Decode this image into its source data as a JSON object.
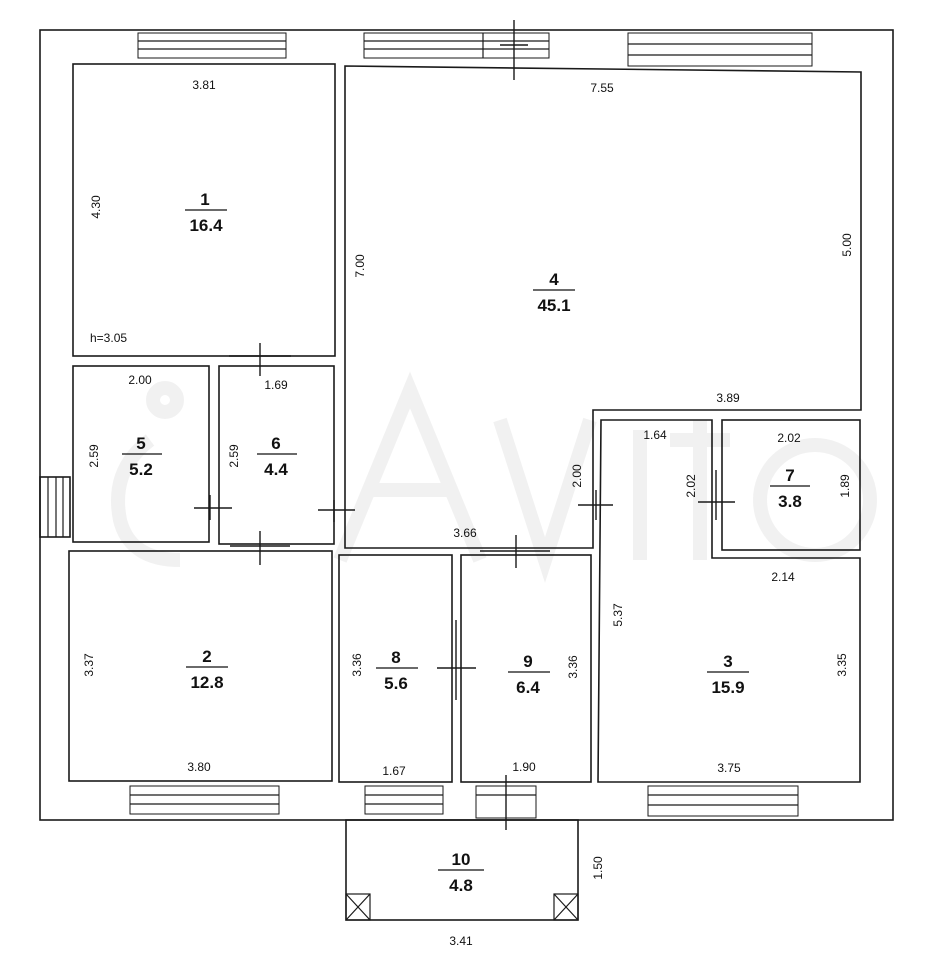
{
  "plan": {
    "height_note": "h=3.05",
    "rooms": [
      {
        "id": "1",
        "number": "1",
        "area": "16.4"
      },
      {
        "id": "2",
        "number": "2",
        "area": "12.8"
      },
      {
        "id": "3",
        "number": "3",
        "area": "15.9"
      },
      {
        "id": "4",
        "number": "4",
        "area": "45.1"
      },
      {
        "id": "5",
        "number": "5",
        "area": "5.2"
      },
      {
        "id": "6",
        "number": "6",
        "area": "4.4"
      },
      {
        "id": "7",
        "number": "7",
        "area": "3.8"
      },
      {
        "id": "8",
        "number": "8",
        "area": "5.6"
      },
      {
        "id": "9",
        "number": "9",
        "area": "6.4"
      },
      {
        "id": "10",
        "number": "10",
        "area": "4.8"
      }
    ],
    "dimensions": {
      "r1_width": "3.81",
      "r1_height": "4.30",
      "r4_width": "7.55",
      "r4_height_left": "7.00",
      "r4_height_right": "5.00",
      "r4_bottom": "3.89",
      "r5_width": "2.00",
      "r5_height": "2.59",
      "r6_width": "1.69",
      "r6_height": "2.59",
      "corridor": "3.66",
      "hall_height": "2.00",
      "hall_width": "1.64",
      "r7_width": "2.02",
      "r7_height_left": "2.02",
      "r7_height_right": "1.89",
      "r3_top": "2.14",
      "r3_left": "5.37",
      "r3_right": "3.35",
      "r3_bottom": "3.75",
      "r2_height": "3.37",
      "r2_width": "3.80",
      "r8_height": "3.36",
      "r8_width": "1.67",
      "r9_height": "3.36",
      "r9_width": "1.90",
      "r10_height": "1.50",
      "r10_width": "3.41"
    }
  }
}
